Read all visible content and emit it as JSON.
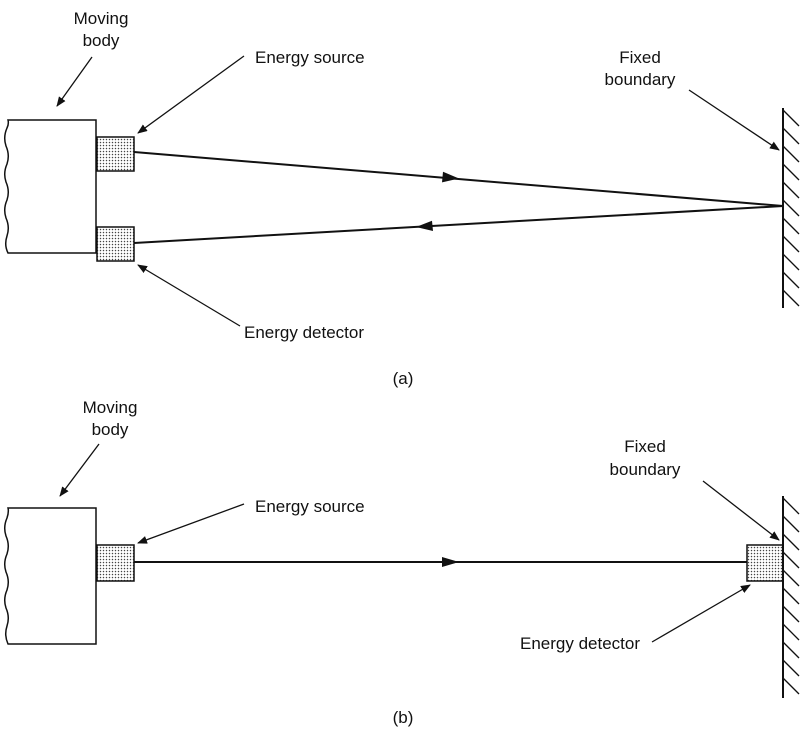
{
  "diagram_a": {
    "moving_body": [
      "Moving",
      "body"
    ],
    "energy_source": "Energy source",
    "energy_detector": "Energy detector",
    "fixed_boundary": [
      "Fixed",
      "boundary"
    ],
    "caption": "(a)"
  },
  "diagram_b": {
    "moving_body": [
      "Moving",
      "body"
    ],
    "energy_source": "Energy source",
    "energy_detector": "Energy detector",
    "fixed_boundary": [
      "Fixed",
      "boundary"
    ],
    "caption": "(b)"
  }
}
